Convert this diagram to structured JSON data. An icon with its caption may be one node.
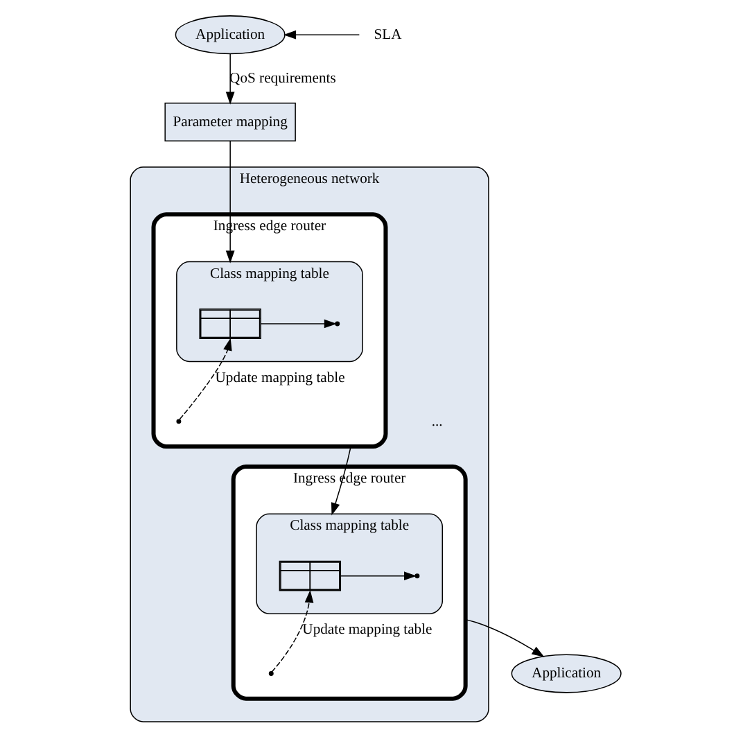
{
  "diagram": {
    "nodes": [
      {
        "text": [
          "Application"
        ]
      },
      {
        "text": [
          "SLA"
        ]
      },
      {
        "text": [
          "Parameter mapping"
        ]
      },
      {
        "text": [
          "Heterogeneous network"
        ]
      },
      {
        "text": [
          "Ingress edge router"
        ],
        "in": 3
      },
      {
        "text": [
          "Class mapping table"
        ],
        "in": 4
      },
      {
        "text": [],
        "shape": "box",
        "in": 5
      },
      {
        "text": [
          "Ingress edge router"
        ],
        "in": 3
      },
      {
        "text": [
          "Class mapping table"
        ],
        "in": 7
      },
      {
        "text": [],
        "shape": "box",
        "in": 8
      },
      {
        "text": [
          "Application"
        ]
      }
    ],
    "edges": [
      {
        "from": 1,
        "to": 0,
        "arrow": "to"
      },
      {
        "from": 0,
        "to": 2,
        "arrow": "to",
        "label": "QoS requirements"
      },
      {
        "from": 2,
        "to": 5,
        "arrow": "to"
      },
      {
        "from": null,
        "to": 6,
        "arrow": "to",
        "style": "dashed",
        "label": "Update mapping table"
      },
      {
        "from": 6,
        "to": null,
        "arrow": "to"
      },
      {
        "from": 4,
        "to": 8,
        "arrow": "to"
      },
      {
        "from": null,
        "to": 9,
        "arrow": "to",
        "style": "dashed",
        "label": "Update mapping table"
      },
      {
        "from": 9,
        "to": null,
        "arrow": "to"
      },
      {
        "from": 7,
        "to": 10,
        "arrow": "to"
      }
    ],
    "labels": [
      "..."
    ]
  }
}
